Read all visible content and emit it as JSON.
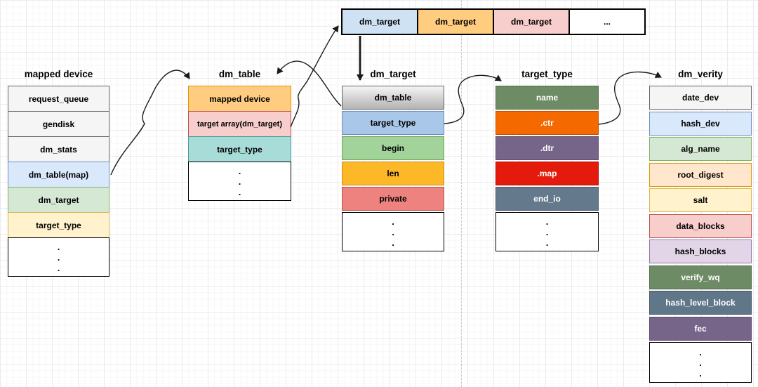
{
  "diagram": {
    "dots_char": ".",
    "top_row": {
      "cells": [
        {
          "label": "dm_target",
          "fill": "#cfe2f3"
        },
        {
          "label": "dm_target",
          "fill": "#ffcc80"
        },
        {
          "label": "dm_target",
          "fill": "#f8cecc"
        },
        {
          "label": "...",
          "fill": "#ffffff"
        }
      ]
    },
    "columns": [
      {
        "id": "mapped-device",
        "title": "mapped device",
        "rows": [
          {
            "label": "request_queue",
            "fill": "#f5f5f5",
            "border": "#666666",
            "text": "#000000"
          },
          {
            "label": "gendisk",
            "fill": "#f5f5f5",
            "border": "#666666",
            "text": "#000000"
          },
          {
            "label": "dm_stats",
            "fill": "#f5f5f5",
            "border": "#666666",
            "text": "#000000"
          },
          {
            "label": "dm_table(map)",
            "fill": "#dae8fc",
            "border": "#6c8ebf",
            "text": "#000000"
          },
          {
            "label": "dm_target",
            "fill": "#d5e8d4",
            "border": "#82b366",
            "text": "#000000"
          },
          {
            "label": "target_type",
            "fill": "#fff2cc",
            "border": "#d6b656",
            "text": "#000000"
          }
        ],
        "dots": true
      },
      {
        "id": "dm-table",
        "title": "dm_table",
        "rows": [
          {
            "label": "mapped device",
            "fill": "#ffcc80",
            "border": "#d79b00",
            "text": "#000000"
          },
          {
            "label": "target array(dm_target)",
            "fill": "#f8cecc",
            "border": "#b85450",
            "text": "#000000"
          },
          {
            "label": "target_type",
            "fill": "#a8dcd8",
            "border": "#4a9a93",
            "text": "#000000"
          }
        ],
        "dots": true
      },
      {
        "id": "dm-target",
        "title": "dm_target",
        "rows": [
          {
            "label": "dm_table",
            "fill": "#f5f5f5",
            "fill_bottom": "#b3b3b3",
            "border": "#666666",
            "text": "#000000"
          },
          {
            "label": "target_type",
            "fill": "#a9c7e9",
            "border": "#6c8ebf",
            "text": "#000000"
          },
          {
            "label": "begin",
            "fill": "#a2d39b",
            "border": "#6aa84f",
            "text": "#000000"
          },
          {
            "label": "len",
            "fill": "#fcb827",
            "border": "#c78f1e",
            "text": "#000000"
          },
          {
            "label": "private",
            "fill": "#ee827e",
            "border": "#b85450",
            "text": "#000000"
          }
        ],
        "dots": true
      },
      {
        "id": "target-type",
        "title": "target_type",
        "rows": [
          {
            "label": "name",
            "fill": "#6d8b64",
            "border": "#546c4e",
            "text": "#ffffff"
          },
          {
            "label": ".ctr",
            "fill": "#f46a00",
            "border": "#c35100",
            "text": "#ffffff"
          },
          {
            "label": ".dtr",
            "fill": "#776589",
            "border": "#5d4d6e",
            "text": "#ffffff"
          },
          {
            "label": ".map",
            "fill": "#e41b0c",
            "border": "#a81208",
            "text": "#ffffff"
          },
          {
            "label": "end_io",
            "fill": "#64798c",
            "border": "#4c5d6c",
            "text": "#ffffff"
          }
        ],
        "dots": true
      },
      {
        "id": "dm-verity",
        "title": "dm_verity",
        "rows": [
          {
            "label": "date_dev",
            "fill": "#f5f5f5",
            "border": "#666666",
            "text": "#000000"
          },
          {
            "label": "hash_dev",
            "fill": "#dae8fc",
            "border": "#6c8ebf",
            "text": "#000000"
          },
          {
            "label": "alg_name",
            "fill": "#d5e8d4",
            "border": "#82b366",
            "text": "#000000"
          },
          {
            "label": "root_digest",
            "fill": "#ffe6cc",
            "border": "#d79b00",
            "text": "#000000"
          },
          {
            "label": "salt",
            "fill": "#fff2cc",
            "border": "#d6b656",
            "text": "#000000"
          },
          {
            "label": "data_blocks",
            "fill": "#f8cecc",
            "border": "#b85450",
            "text": "#000000"
          },
          {
            "label": "hash_blocks",
            "fill": "#e1d5e7",
            "border": "#9673a6",
            "text": "#000000"
          },
          {
            "label": "verify_wq",
            "fill": "#6d8b64",
            "border": "#546c4e",
            "text": "#ffffff"
          },
          {
            "label": "hash_level_block",
            "fill": "#60778a",
            "border": "#49586a",
            "text": "#ffffff"
          },
          {
            "label": "fec",
            "fill": "#776589",
            "border": "#5d4d6e",
            "text": "#ffffff"
          }
        ],
        "dots": true
      }
    ]
  }
}
